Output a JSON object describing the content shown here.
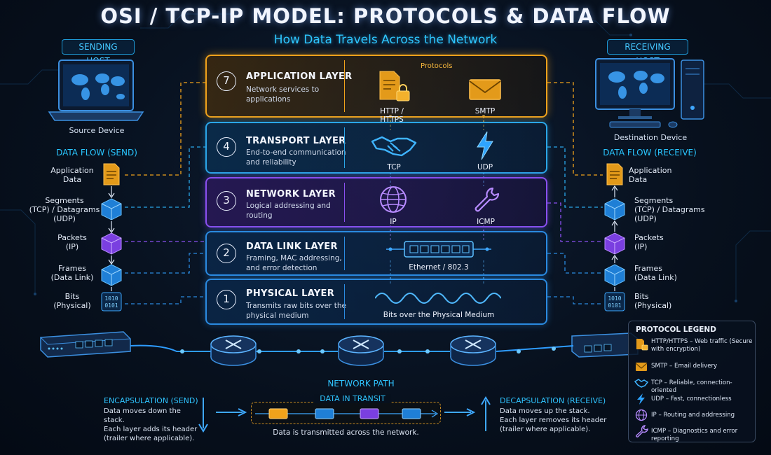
{
  "header": {
    "title": "OSI / TCP-IP MODEL: PROTOCOLS & DATA FLOW",
    "subtitle": "How Data Travels Across the Network"
  },
  "sending_host": {
    "label": "SENDING HOST",
    "device_caption": "Source Device",
    "flow_title": "DATA FLOW (SEND)",
    "flow_steps": [
      {
        "label": "Application\nData",
        "icon": "document-icon"
      },
      {
        "label": "Segments\n(TCP) / Datagrams\n(UDP)",
        "icon": "cube-icon"
      },
      {
        "label": "Packets\n(IP)",
        "icon": "cube-icon"
      },
      {
        "label": "Frames\n(Data Link)",
        "icon": "cube-icon"
      },
      {
        "label": "Bits\n(Physical)",
        "icon": "binary-icon"
      }
    ]
  },
  "receiving_host": {
    "label": "RECEIVING HOST",
    "device_caption": "Destination Device",
    "flow_title": "DATA FLOW (RECEIVE)",
    "flow_steps": [
      {
        "label": "Application\nData",
        "icon": "document-icon"
      },
      {
        "label": "Segments\n(TCP) / Datagrams\n(UDP)",
        "icon": "cube-icon"
      },
      {
        "label": "Packets\n(IP)",
        "icon": "cube-icon"
      },
      {
        "label": "Frames\n(Data Link)",
        "icon": "cube-icon"
      },
      {
        "label": "Bits\n(Physical)",
        "icon": "binary-icon"
      }
    ]
  },
  "layers": [
    {
      "number": "7",
      "name": "APPLICATION LAYER",
      "description": "Network services to applications",
      "color": "#f0a21b",
      "protocols_heading": "Protocols",
      "protocols": [
        {
          "name": "HTTP / HTTPS",
          "icon": "document-lock-icon"
        },
        {
          "name": "SMTP",
          "icon": "envelope-icon"
        }
      ]
    },
    {
      "number": "4",
      "name": "TRANSPORT LAYER",
      "description": "End-to-end communication and reliability",
      "color": "#2aa6e8",
      "protocols": [
        {
          "name": "TCP",
          "icon": "handshake-icon"
        },
        {
          "name": "UDP",
          "icon": "lightning-icon"
        }
      ]
    },
    {
      "number": "3",
      "name": "NETWORK LAYER",
      "description": "Logical addressing and routing",
      "color": "#8a4ff0",
      "protocols": [
        {
          "name": "IP",
          "icon": "globe-icon"
        },
        {
          "name": "ICMP",
          "icon": "wrench-icon"
        }
      ]
    },
    {
      "number": "2",
      "name": "DATA LINK LAYER",
      "description": "Framing, MAC addressing, and error detection",
      "color": "#2a8ae0",
      "protocols": [
        {
          "name": "Ethernet / 802.3",
          "icon": "switch-icon"
        }
      ]
    },
    {
      "number": "1",
      "name": "PHYSICAL LAYER",
      "description": "Transmits raw bits over the physical medium",
      "color": "#2a8ae0",
      "protocols": [
        {
          "name": "Bits over the Physical Medium",
          "icon": "wave-icon"
        }
      ]
    }
  ],
  "legend": {
    "title": "PROTOCOL LEGEND",
    "items": [
      {
        "icon": "document-lock-icon",
        "text": "HTTP/HTTPS – Web traffic (Secure with encryption)"
      },
      {
        "icon": "envelope-icon",
        "text": "SMTP – Email delivery"
      },
      {
        "icon": "handshake-icon",
        "text": "TCP – Reliable, connection-oriented"
      },
      {
        "icon": "lightning-icon",
        "text": "UDP – Fast, connectionless"
      },
      {
        "icon": "globe-icon",
        "text": "IP – Routing and addressing"
      },
      {
        "icon": "wrench-icon",
        "text": "ICMP – Diagnostics and error reporting"
      }
    ]
  },
  "network": {
    "path_label": "NETWORK PATH",
    "transit_label": "DATA IN TRANSIT",
    "transit_caption": "Data is transmitted across the network."
  },
  "encapsulation": {
    "heading": "ENCAPSULATION (SEND)",
    "text": "Data moves down the stack.\nEach layer adds its header\n(trailer where applicable)."
  },
  "decapsulation": {
    "heading": "DECAPSULATION (RECEIVE)",
    "text": "Data moves up the stack.\nEach layer removes its header\n(trailer where applicable)."
  },
  "colors": {
    "accent_cyan": "#2ec6ff",
    "application": "#f0a21b",
    "transport": "#2aa6e8",
    "network": "#8a4ff0",
    "link": "#2a8ae0"
  }
}
